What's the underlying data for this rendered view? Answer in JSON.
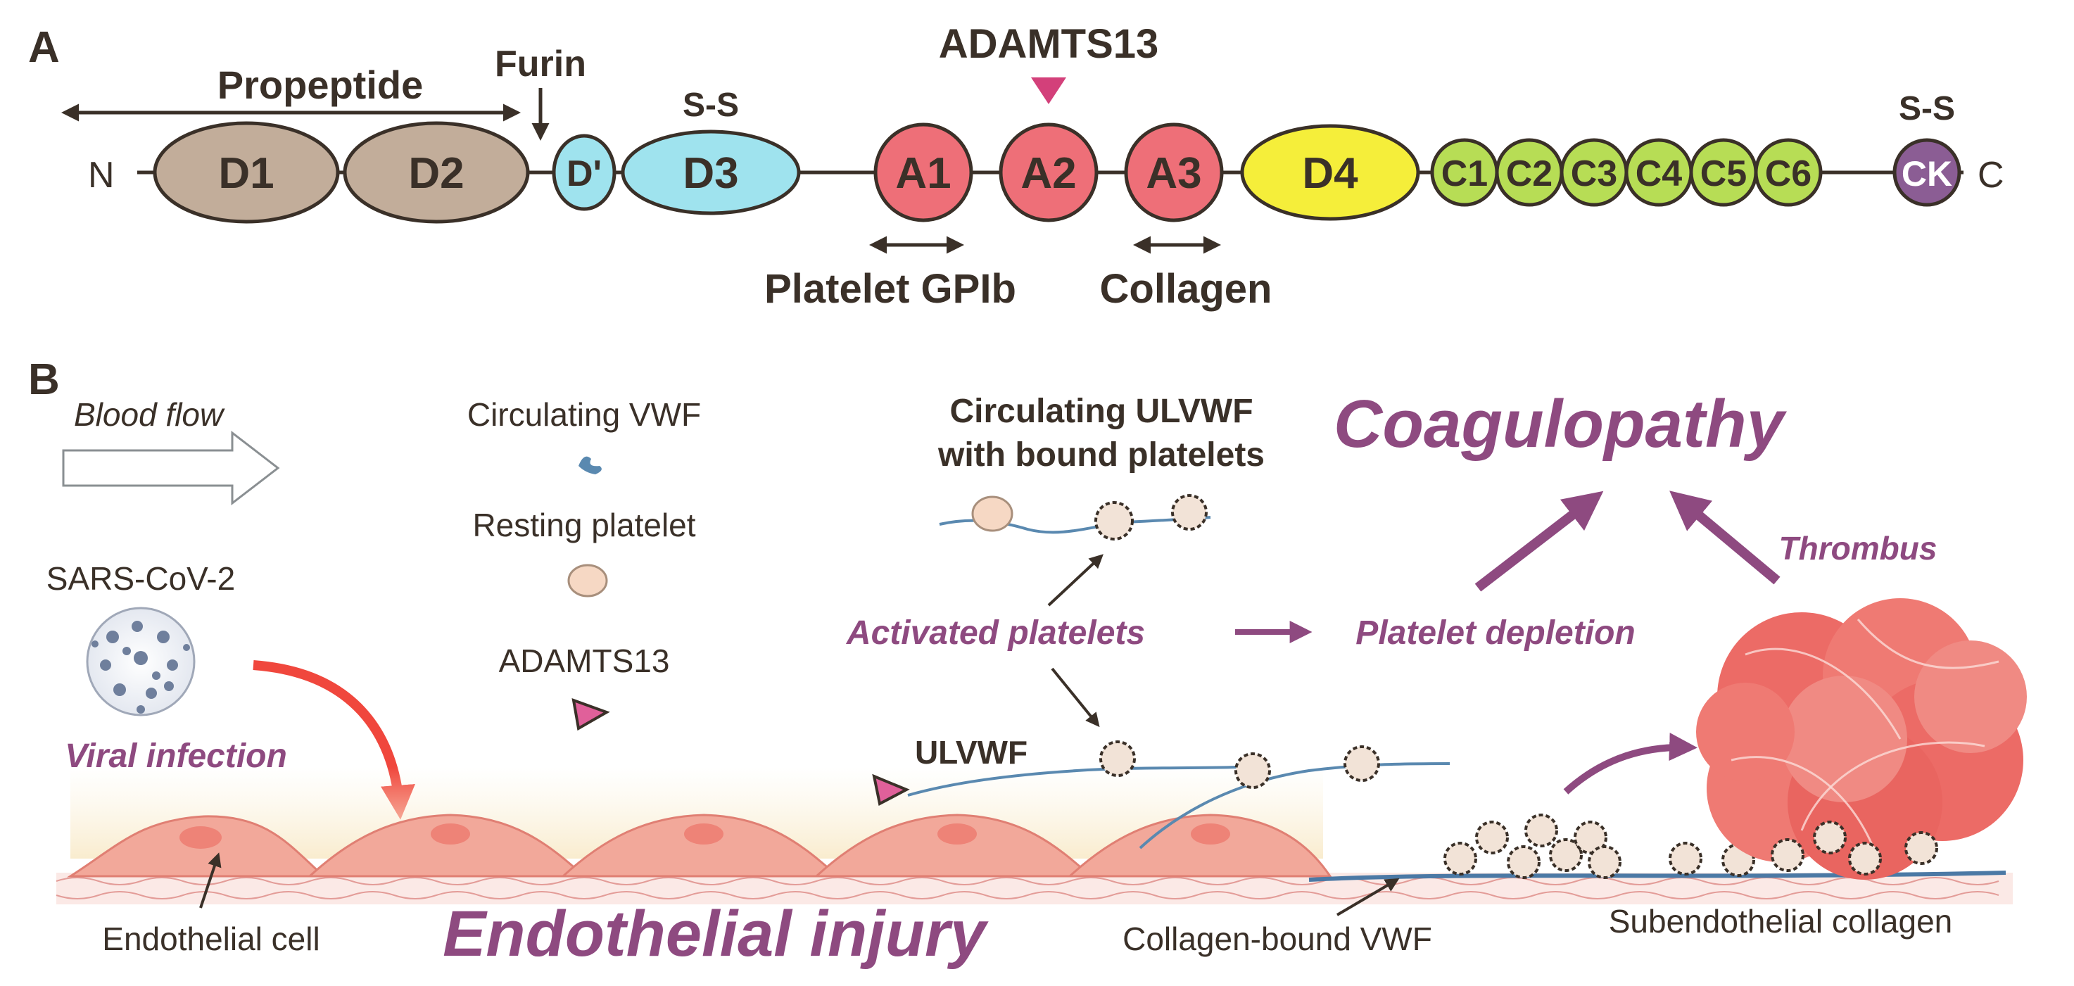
{
  "panel_a": {
    "label": "A",
    "n_terminus": "N",
    "c_terminus": "C",
    "propeptide": "Propeptide",
    "furin": "Furin",
    "adamts13": "ADAMTS13",
    "ss_left": "S-S",
    "ss_right": "S-S",
    "domains": {
      "d1": "D1",
      "d2": "D2",
      "dprime": "D'",
      "d3": "D3",
      "a1": "A1",
      "a2": "A2",
      "a3": "A3",
      "d4": "D4",
      "c1": "C1",
      "c2": "C2",
      "c3": "C3",
      "c4": "C4",
      "c5": "C5",
      "c6": "C6",
      "ck": "CK"
    },
    "platelet_gpib": "Platelet GPIb",
    "collagen": "Collagen"
  },
  "panel_b": {
    "label": "B",
    "blood_flow": "Blood flow",
    "circulating_vwf": "Circulating VWF",
    "resting_platelet": "Resting platelet",
    "adamts13": "ADAMTS13",
    "sars": "SARS-CoV-2",
    "viral_infection": "Viral infection",
    "circulating_ulvwf_line1": "Circulating ULVWF",
    "circulating_ulvwf_line2": "with bound platelets",
    "activated_platelets": "Activated platelets",
    "platelet_depletion": "Platelet depletion",
    "coagulopathy": "Coagulopathy",
    "thrombus": "Thrombus",
    "ulvwf": "ULVWF",
    "endothelial_cell": "Endothelial cell",
    "endothelial_injury": "Endothelial injury",
    "collagen_bound_vwf": "Collagen-bound VWF",
    "subendothelial_collagen": "Subendothelial collagen"
  },
  "colors": {
    "propeptide_domain": "#c2ad9a",
    "d3_domain": "#9fe3ee",
    "a_domain": "#ee6f78",
    "d4_domain": "#f5ee3a",
    "c_domain": "#b7dd55",
    "ck_domain": "#8b5d94",
    "text_dark": "#3a3028",
    "accent_purple": "#8e4a80",
    "adamts13_marker": "#d3407a",
    "endothelium": "#f2a89a",
    "thrombus": "#ec6b66"
  }
}
